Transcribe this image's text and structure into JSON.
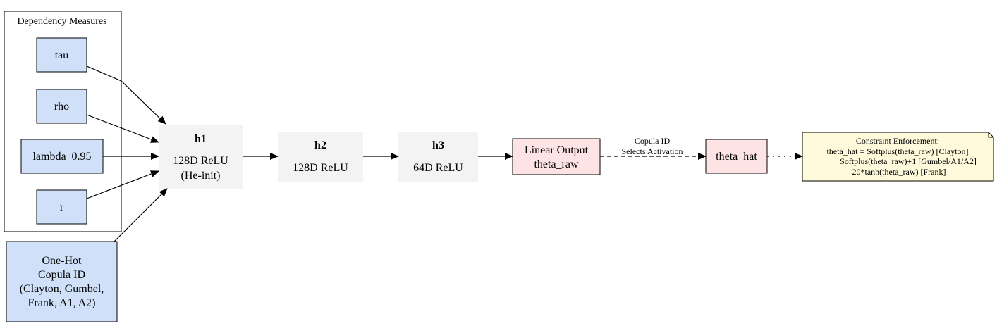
{
  "cluster": {
    "label": "Dependency Measures"
  },
  "inputs": [
    {
      "id": "tau",
      "label": "tau"
    },
    {
      "id": "rho",
      "label": "rho"
    },
    {
      "id": "lambda",
      "label": "lambda_0.95"
    },
    {
      "id": "r",
      "label": "r"
    }
  ],
  "onehot": {
    "lines": [
      "One-Hot",
      "Copula ID",
      "(Clayton, Gumbel,",
      "Frank, A1, A2)"
    ]
  },
  "layers": [
    {
      "id": "h1",
      "title": "h1",
      "lines": [
        "128D ReLU",
        "(He-init)"
      ]
    },
    {
      "id": "h2",
      "title": "h2",
      "lines": [
        "128D ReLU"
      ]
    },
    {
      "id": "h3",
      "title": "h3",
      "lines": [
        "64D ReLU"
      ]
    }
  ],
  "output": {
    "lines": [
      "Linear Output",
      "theta_raw"
    ]
  },
  "edge_label": {
    "lines": [
      "Copula ID",
      "Selects Activation"
    ]
  },
  "theta_hat": {
    "label": "theta_hat"
  },
  "note": {
    "lines": [
      "Constraint Enforcement:",
      "theta_hat = Softplus(theta_raw) [Clayton]",
      "Softplus(theta_raw)+1 [Gumbel/A1/A2]",
      "20*tanh(theta_raw) [Frank]"
    ]
  },
  "colors": {
    "input_fill": "#cfe0f8",
    "hidden_fill": "#f3f3f3",
    "output_fill": "#fde3e4",
    "note_fill": "#fefadb",
    "stroke": "#000000"
  }
}
